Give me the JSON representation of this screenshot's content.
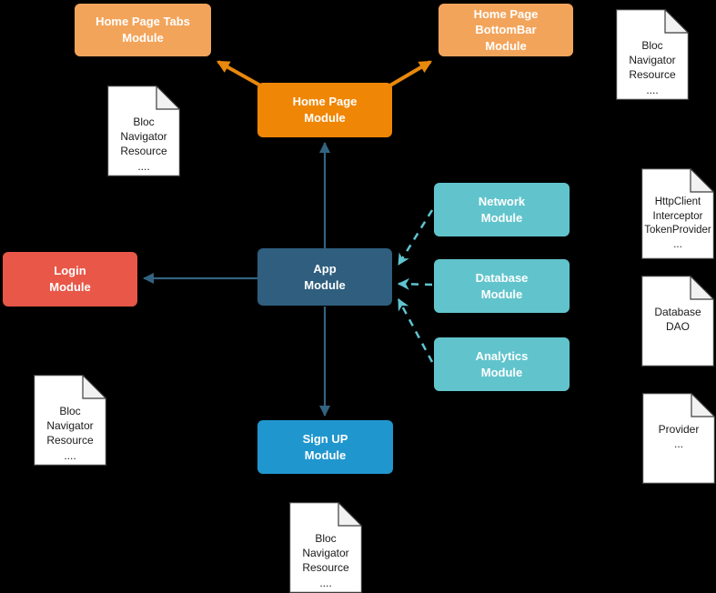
{
  "colors": {
    "background": "#000000",
    "light_orange": "#F3A45B",
    "orange": "#EF8605",
    "orange_arrow": "#E8890C",
    "dark_blue": "#2F5E7E",
    "blue_arrow": "#336380",
    "red": "#E85748",
    "teal": "#61C4CC",
    "teal_arrow": "#5FC4D0",
    "signup_blue": "#2096CE",
    "doc_fill": "#FFFFFF",
    "doc_fold": "#F2F2F2",
    "doc_border": "#3D3D3D",
    "doc_text": "#1A1A1A",
    "node_text": "#FFFFFF"
  },
  "nodes": {
    "home_page_tabs": {
      "label": "Home Page Tabs\nModule"
    },
    "home_page_bottombar": {
      "label": "Home Page\nBottomBar\nModule"
    },
    "home_page": {
      "label": "Home Page\nModule"
    },
    "app": {
      "label": "App\nModule"
    },
    "login": {
      "label": "Login\nModule"
    },
    "network": {
      "label": "Network\nModule"
    },
    "database": {
      "label": "Database\nModule"
    },
    "analytics": {
      "label": "Analytics\nModule"
    },
    "sign_up": {
      "label": "Sign UP\nModule"
    }
  },
  "documents": {
    "bloc_navigator_top_left": {
      "label": "Bloc\nNavigator\nResource\n...."
    },
    "bloc_navigator_top_right": {
      "label": "Bloc\nNavigator\nResource\n...."
    },
    "http_client": {
      "label": "HttpClient\nInterceptor\nTokenProvider\n..."
    },
    "database_dao": {
      "label": "Database\nDAO"
    },
    "provider": {
      "label": "Provider\n..."
    },
    "bloc_navigator_bottom_left": {
      "label": "Bloc\nNavigator\nResource\n...."
    },
    "bloc_navigator_bottom_center": {
      "label": "Bloc\nNavigator\nResource\n...."
    }
  },
  "edges": [
    {
      "from": "home_page",
      "to": "home_page_tabs",
      "style": "solid",
      "color": "orange"
    },
    {
      "from": "home_page",
      "to": "home_page_bottombar",
      "style": "solid",
      "color": "orange"
    },
    {
      "from": "app",
      "to": "home_page",
      "style": "solid",
      "color": "blue"
    },
    {
      "from": "app",
      "to": "login",
      "style": "solid",
      "color": "blue"
    },
    {
      "from": "app",
      "to": "sign_up",
      "style": "solid",
      "color": "blue"
    },
    {
      "from": "network",
      "to": "app",
      "style": "dashed",
      "color": "teal"
    },
    {
      "from": "database",
      "to": "app",
      "style": "dashed",
      "color": "teal"
    },
    {
      "from": "analytics",
      "to": "app",
      "style": "dashed",
      "color": "teal"
    }
  ]
}
